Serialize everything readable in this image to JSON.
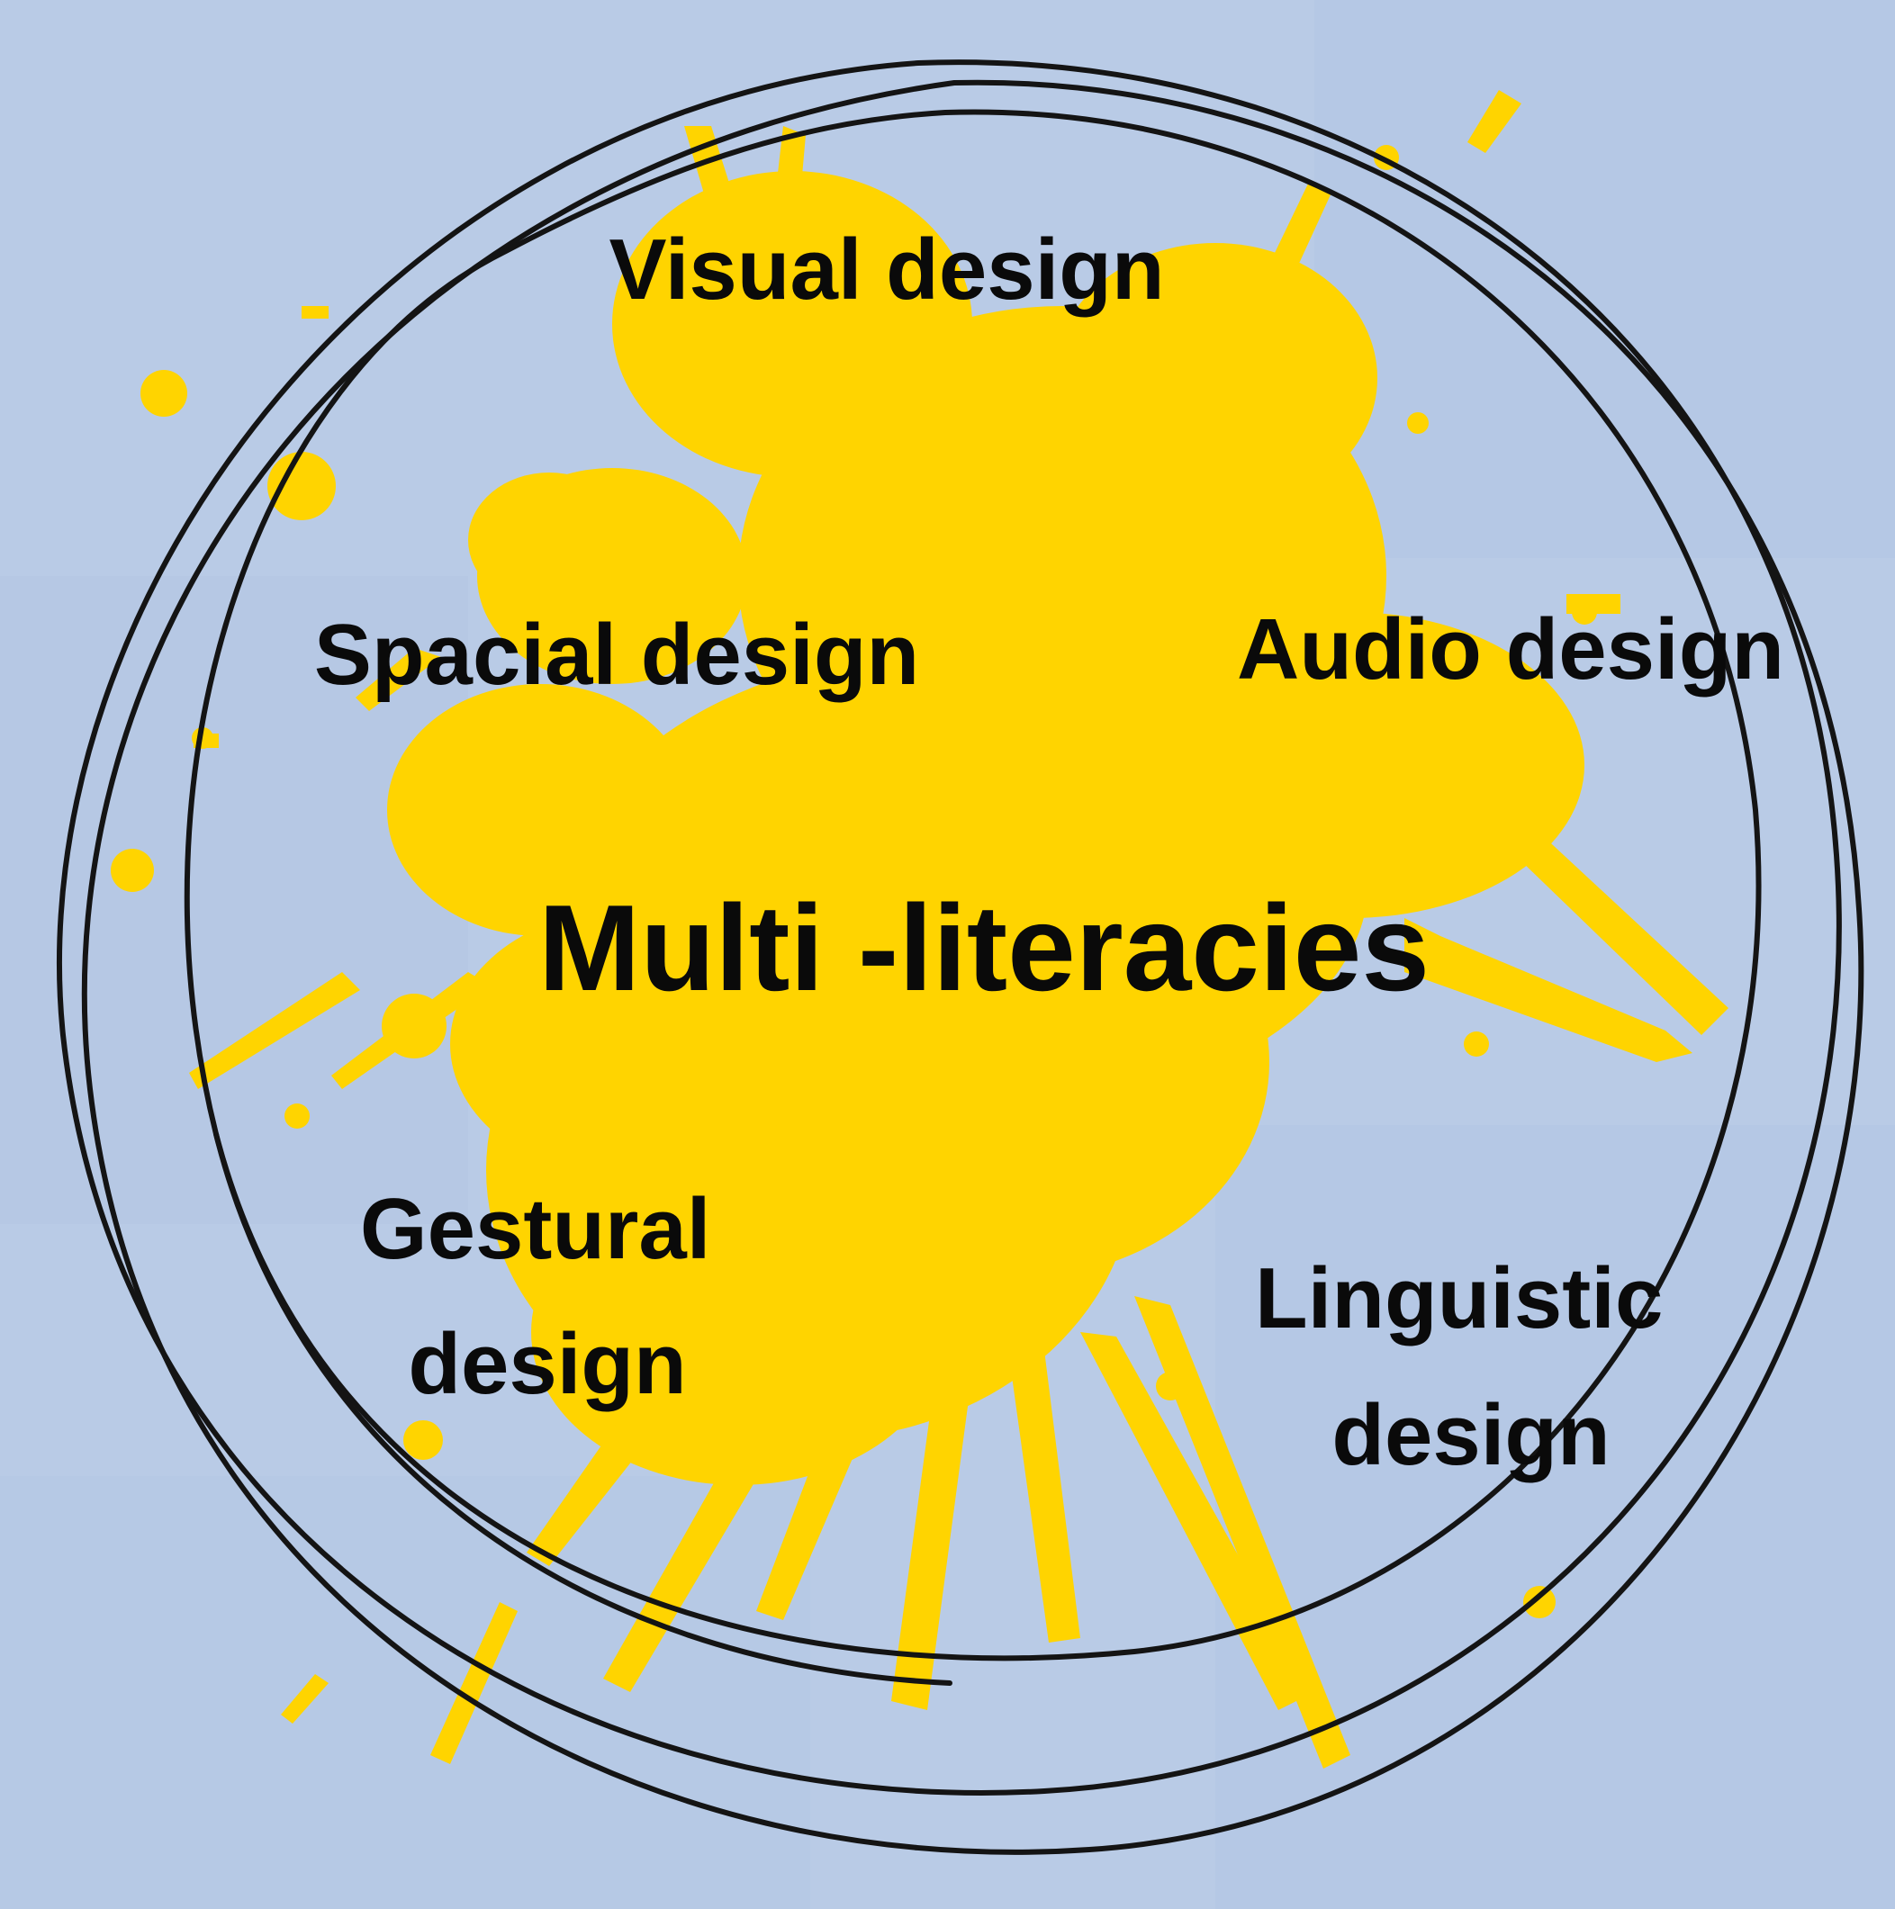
{
  "diagram": {
    "center_label": "Multi -literacies",
    "modes": [
      {
        "id": "visual",
        "lines": [
          "Visual design"
        ]
      },
      {
        "id": "spacial",
        "lines": [
          "Spacial design"
        ]
      },
      {
        "id": "audio",
        "lines": [
          "Audio design"
        ]
      },
      {
        "id": "gestural",
        "lines": [
          "Gestural",
          "design"
        ]
      },
      {
        "id": "linguistic",
        "lines": [
          "Linguistic",
          "design"
        ]
      }
    ]
  },
  "colors": {
    "background": "#b9cbe6",
    "background_tint": "#aec3e2",
    "splash": "#ffd400",
    "ring": "#141414",
    "text": "#0a0a0a"
  },
  "icons": {
    "paint_splash": "paint-splash-icon",
    "scribble_ring": "scribble-circle-icon"
  }
}
